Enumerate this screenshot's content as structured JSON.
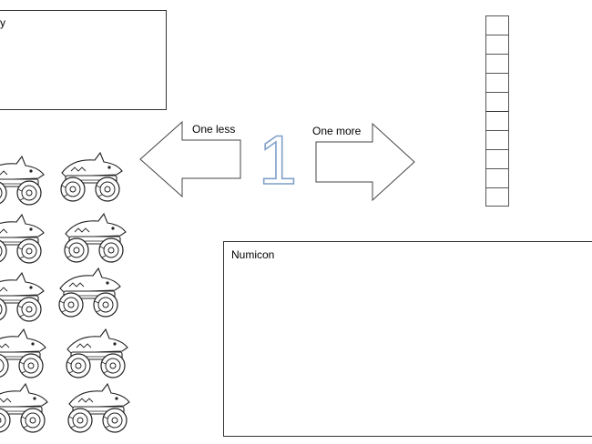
{
  "top_box": {
    "label": "y"
  },
  "number": {
    "value": "1"
  },
  "left_arrow": {
    "label": "One less"
  },
  "right_arrow": {
    "label": "One more"
  },
  "numicon_box": {
    "label": "Numicon"
  },
  "ten_frame": {
    "cells": 10
  },
  "counters": {
    "count": 10,
    "icon": "monster-truck-icon"
  }
}
